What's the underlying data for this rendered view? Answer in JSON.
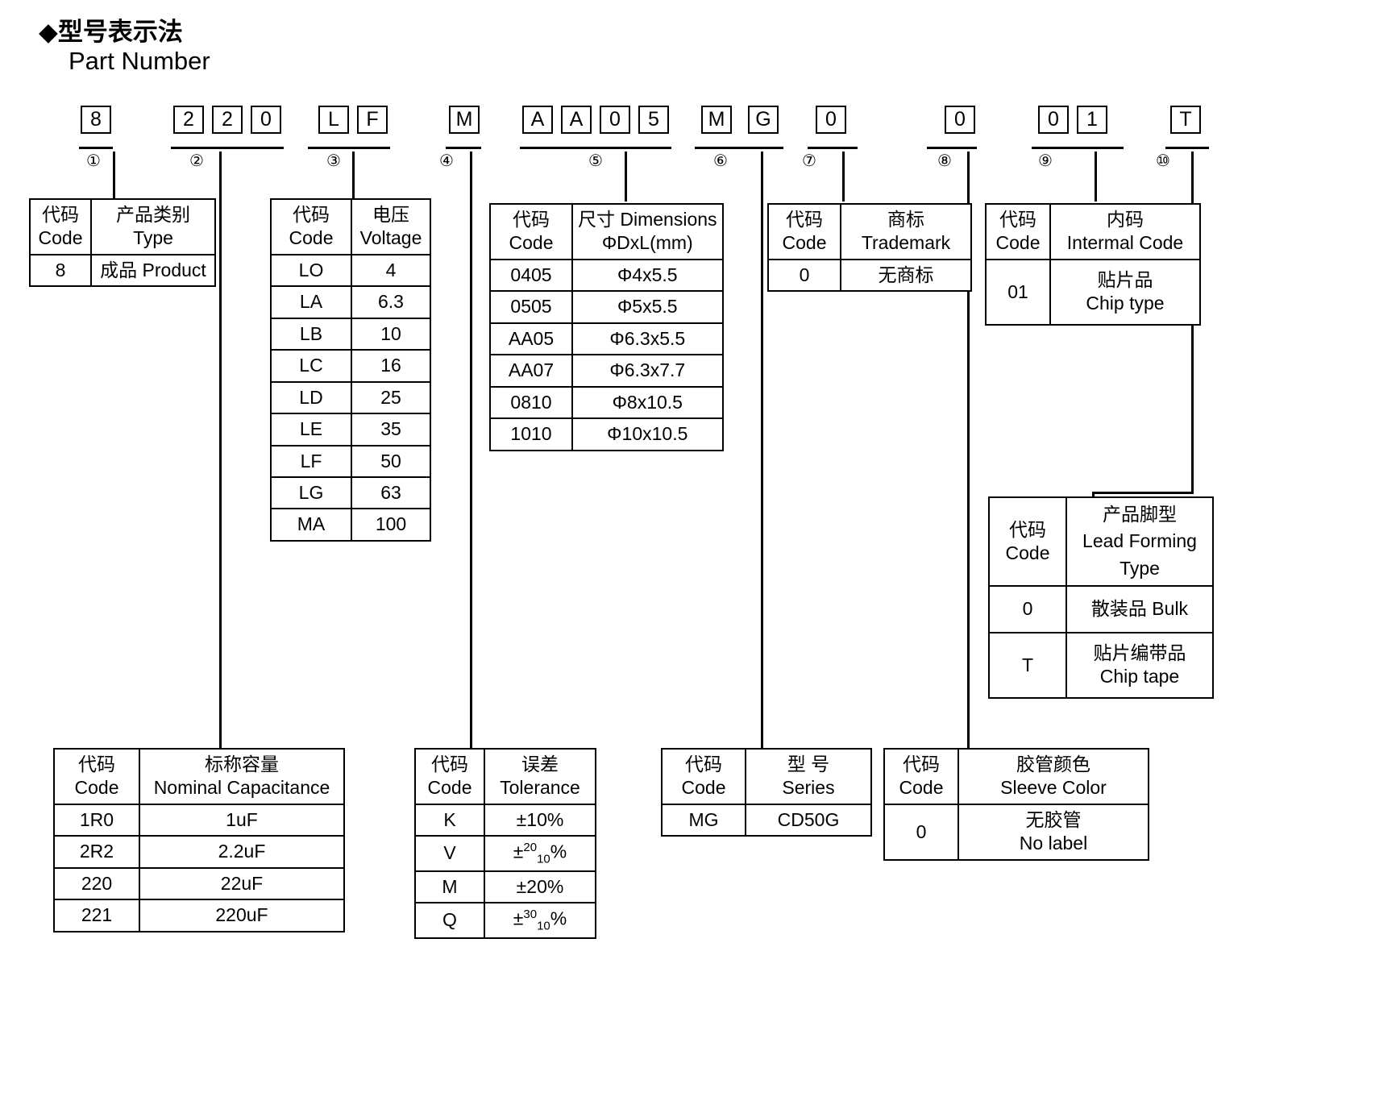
{
  "heading": {
    "cn": "◆型号表示法",
    "en": "Part Number"
  },
  "part_number": {
    "groups": [
      {
        "index": "①",
        "chars": [
          "8"
        ]
      },
      {
        "index": "②",
        "chars": [
          "2",
          "2",
          "0"
        ]
      },
      {
        "index": "③",
        "chars": [
          "L",
          "F"
        ]
      },
      {
        "index": "④",
        "chars": [
          "M"
        ]
      },
      {
        "index": "⑤",
        "chars": [
          "A",
          "A",
          "0",
          "5"
        ]
      },
      {
        "index": "⑥",
        "chars": [
          "M",
          "G"
        ]
      },
      {
        "index": "⑦",
        "chars": [
          "0"
        ]
      },
      {
        "index": "⑧",
        "chars": [
          "0"
        ]
      },
      {
        "index": "⑨",
        "chars": [
          "0",
          "1"
        ]
      },
      {
        "index": "⑩",
        "chars": [
          "T"
        ]
      }
    ]
  },
  "tables": {
    "type": {
      "header": {
        "code_cn": "代码",
        "code_en": "Code",
        "val_cn": "产品类别",
        "val_en": "Type"
      },
      "rows": [
        {
          "code": "8",
          "value": "成品 Product"
        }
      ]
    },
    "voltage": {
      "header": {
        "code_cn": "代码",
        "code_en": "Code",
        "val_cn": "电压",
        "val_en": "Voltage"
      },
      "rows": [
        {
          "code": "LO",
          "value": "4"
        },
        {
          "code": "LA",
          "value": "6.3"
        },
        {
          "code": "LB",
          "value": "10"
        },
        {
          "code": "LC",
          "value": "16"
        },
        {
          "code": "LD",
          "value": "25"
        },
        {
          "code": "LE",
          "value": "35"
        },
        {
          "code": "LF",
          "value": "50"
        },
        {
          "code": "LG",
          "value": "63"
        },
        {
          "code": "MA",
          "value": "100"
        }
      ]
    },
    "dimensions": {
      "header": {
        "code_cn": "代码",
        "code_en": "Code",
        "val_cn": "尺寸 Dimensions",
        "val_en": "ΦDxL(mm)"
      },
      "rows": [
        {
          "code": "0405",
          "value": "Φ4x5.5"
        },
        {
          "code": "0505",
          "value": "Φ5x5.5"
        },
        {
          "code": "AA05",
          "value": "Φ6.3x5.5"
        },
        {
          "code": "AA07",
          "value": "Φ6.3x7.7"
        },
        {
          "code": "0810",
          "value": "Φ8x10.5"
        },
        {
          "code": "1010",
          "value": "Φ10x10.5"
        }
      ]
    },
    "trademark": {
      "header": {
        "code_cn": "代码",
        "code_en": "Code",
        "val_cn": "商标",
        "val_en": "Trademark"
      },
      "rows": [
        {
          "code": "0",
          "value": "无商标"
        }
      ]
    },
    "internal_code": {
      "header": {
        "code_cn": "代码",
        "code_en": "Code",
        "val_cn": "内码",
        "val_en": "Intermal Code"
      },
      "rows": [
        {
          "code": "01",
          "value_cn": "贴片品",
          "value_en": "Chip type"
        }
      ]
    },
    "lead_forming": {
      "header": {
        "code_cn": "代码",
        "code_en": "Code",
        "val_cn": "产品脚型",
        "val_en": "Lead Forming",
        "val_en2": "Type"
      },
      "rows": [
        {
          "code": "0",
          "value_cn": "散装品 Bulk",
          "value_en": ""
        },
        {
          "code": "T",
          "value_cn": "贴片编带品",
          "value_en": "Chip tape"
        }
      ]
    },
    "capacitance": {
      "header": {
        "code_cn": "代码",
        "code_en": "Code",
        "val_cn": "标称容量",
        "val_en": "Nominal Capacitance"
      },
      "rows": [
        {
          "code": "1R0",
          "value": "1uF"
        },
        {
          "code": "2R2",
          "value": "2.2uF"
        },
        {
          "code": "220",
          "value": "22uF"
        },
        {
          "code": "221",
          "value": "220uF"
        }
      ]
    },
    "tolerance": {
      "header": {
        "code_cn": "代码",
        "code_en": "Code",
        "val_cn": "误差",
        "val_en": "Tolerance"
      },
      "rows": [
        {
          "code": "K",
          "value": "±10%",
          "sup": "",
          "sub": "",
          "suffix": ""
        },
        {
          "code": "V",
          "value": "±",
          "sup": "20",
          "sub": "10",
          "suffix": "%"
        },
        {
          "code": "M",
          "value": "±20%",
          "sup": "",
          "sub": "",
          "suffix": ""
        },
        {
          "code": "Q",
          "value": "±",
          "sup": "30",
          "sub": "10",
          "suffix": "%"
        }
      ]
    },
    "series": {
      "header": {
        "code_cn": "代码",
        "code_en": "Code",
        "val_cn": "型 号",
        "val_en": "Series"
      },
      "rows": [
        {
          "code": "MG",
          "value": "CD50G"
        }
      ]
    },
    "sleeve_color": {
      "header": {
        "code_cn": "代码",
        "code_en": "Code",
        "val_cn": "胶管颜色",
        "val_en": "Sleeve Color"
      },
      "rows": [
        {
          "code": "0",
          "value_cn": "无胶管",
          "value_en": "No label"
        }
      ]
    }
  }
}
